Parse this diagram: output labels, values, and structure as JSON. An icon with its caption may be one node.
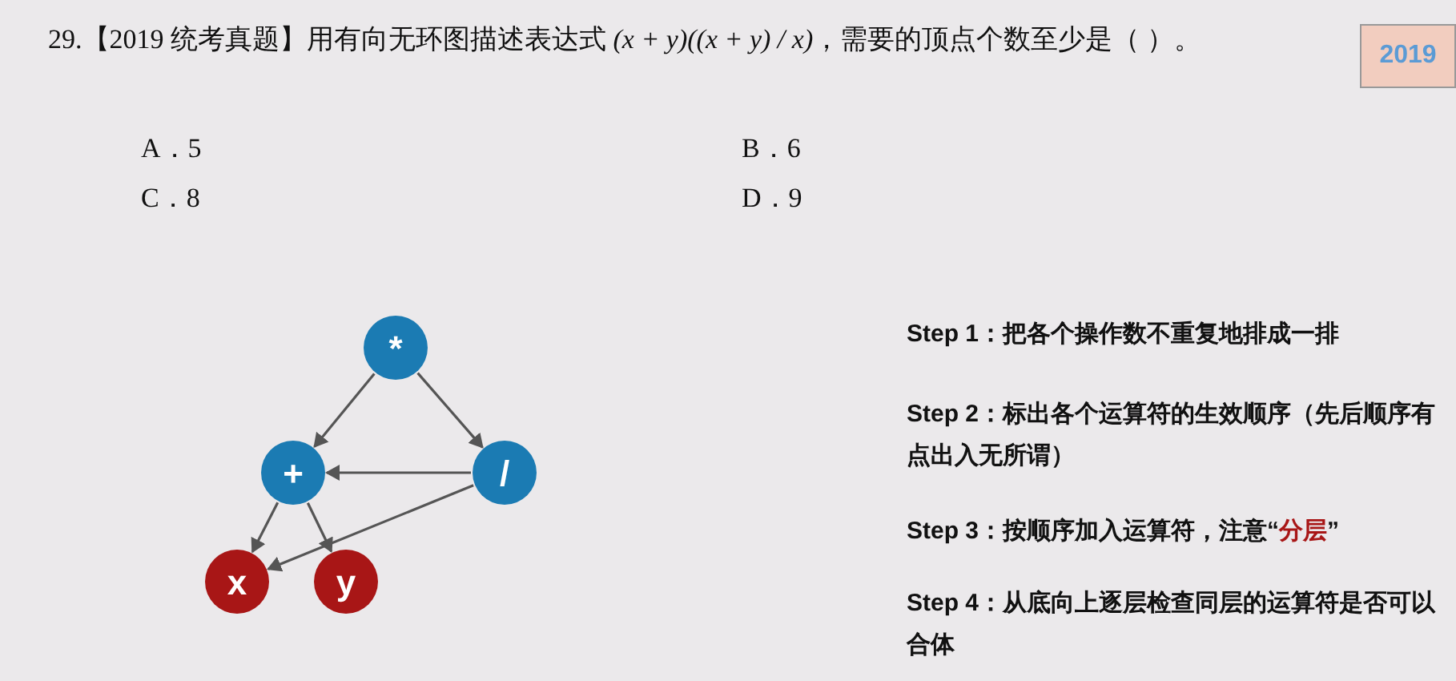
{
  "diagram": {
    "nodes": [
      {
        "text": [
          "*"
        ]
      },
      {
        "text": [
          "+"
        ]
      },
      {
        "text": [
          "/"
        ]
      },
      {
        "text": [
          "x"
        ]
      },
      {
        "text": [
          "y"
        ]
      },
      {
        "text": [
          "2019"
        ]
      }
    ],
    "edges": [
      {
        "from": 0,
        "to": 1,
        "arrow": "to"
      },
      {
        "from": 0,
        "to": 2,
        "arrow": "to"
      },
      {
        "from": 2,
        "to": 1,
        "arrow": "to"
      },
      {
        "from": 1,
        "to": 3,
        "arrow": "to"
      },
      {
        "from": 1,
        "to": 4,
        "arrow": "to"
      },
      {
        "from": 2,
        "to": 3,
        "arrow": "to"
      }
    ],
    "labels": [
      "29.【2019 统考真题】用有向无环图描述表达式 *(x + y)((x + y) / x)*，需要的顶点个数至少是（ ）。",
      "A．5",
      "B．6",
      "C．8",
      "D．9",
      "Step 1：把各个操作数不重复地排成一排",
      "Step 2：标出各个运算符的生效顺序（先后顺序有点出入无所谓）",
      "Step 3：按顺序加入运算符，注意“**分层**”",
      "Step 4：从底向上逐层检查同层的运算符是否可以合体"
    ]
  }
}
